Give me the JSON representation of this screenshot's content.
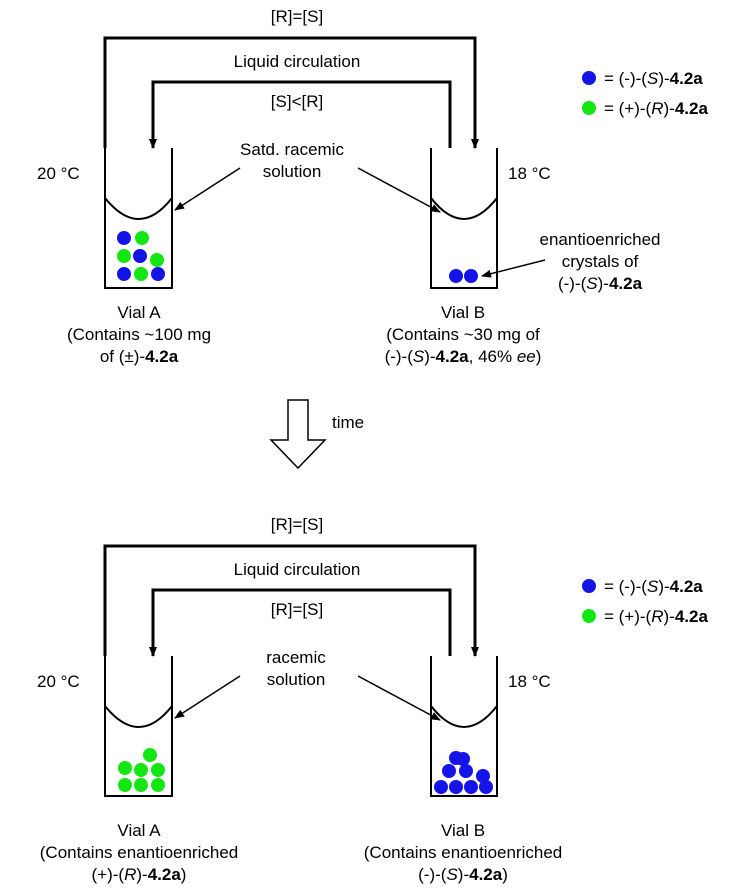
{
  "legend": {
    "s_item": {
      "prefix": "= (-)-(",
      "chir": "S",
      "mid": ")-",
      "cmpd": "4.2a"
    },
    "r_item": {
      "prefix": "= (+)-(",
      "chir": "R",
      "mid": ")-",
      "cmpd": "4.2a"
    }
  },
  "colors": {
    "s_enantiomer": "#1414e6",
    "r_enantiomer": "#14e614"
  },
  "top": {
    "outer_label": "[R]=[S]",
    "circulation_label": "Liquid circulation",
    "inner_label": "[S]<[R]",
    "solution_label_1": "Satd. racemic",
    "solution_label_2": "solution",
    "vial_a": {
      "temp": "20 °C",
      "title": "Vial A",
      "line2": "(Contains ~100 mg",
      "line3_prefix": "of (±)-",
      "line3_cmpd": "4.2a",
      "crystals": [
        "S",
        "R",
        "R",
        "S",
        "R",
        "S",
        "R",
        "S"
      ]
    },
    "vial_b": {
      "temp": "18 °C",
      "title": "Vial B",
      "line2": "(Contains ~30 mg of",
      "line3": {
        "prefix": "(-)-(",
        "chir": "S",
        "mid": ")-",
        "cmpd": "4.2a",
        "suffix1": ", 46% ",
        "ee": "ee",
        "suffix2": ")"
      },
      "crystals": [
        "S",
        "S"
      ],
      "callout_1": "enantioenriched",
      "callout_2": "crystals of",
      "callout_3": {
        "prefix": "(-)-(",
        "chir": "S",
        "mid": ")-",
        "cmpd": "4.2a"
      }
    }
  },
  "transition": {
    "label": "time"
  },
  "bottom": {
    "outer_label": "[R]=[S]",
    "circulation_label": "Liquid circulation",
    "inner_label": "[R]=[S]",
    "solution_label_1": "racemic",
    "solution_label_2": "solution",
    "vial_a": {
      "temp": "20 °C",
      "title": "Vial A",
      "line2": "(Contains enantioenriched",
      "line3": {
        "prefix": "(+)-(",
        "chir": "R",
        "mid": ")-",
        "cmpd": "4.2a",
        "suffix": ")"
      },
      "crystals": [
        "R",
        "R",
        "R",
        "R",
        "R",
        "R",
        "R"
      ]
    },
    "vial_b": {
      "temp": "18 °C",
      "title": "Vial B",
      "line2": "(Contains enantioenriched",
      "line3": {
        "prefix": "(-)-(",
        "chir": "S",
        "mid": ")-",
        "cmpd": "4.2a",
        "suffix": ")"
      },
      "crystals": [
        "S",
        "S",
        "S",
        "S",
        "S",
        "S",
        "S",
        "S",
        "S"
      ]
    }
  }
}
